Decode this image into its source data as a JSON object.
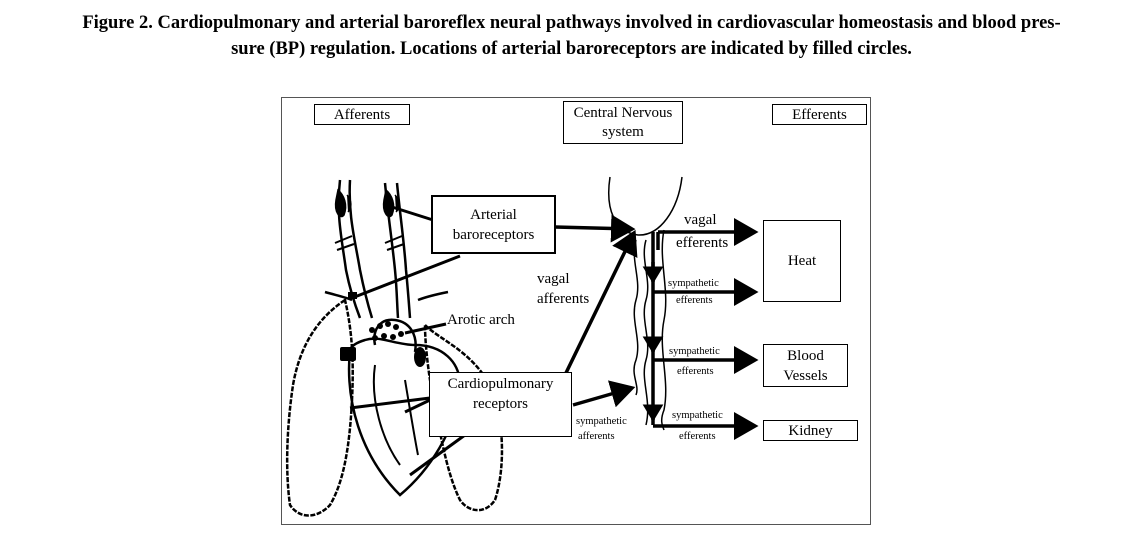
{
  "caption": {
    "line1": "Figure 2. Cardiopulmonary and arterial baroreflex neural pathways involved in cardiovascular homeostasis and blood pres-",
    "line2": "sure (BP) regulation. Locations of arterial baroreceptors are indicated by filled circles."
  },
  "headers": {
    "afferents": "Afferents",
    "cns_line1": "Central  Nervous",
    "cns_line2": "system",
    "efferents": "Efferents"
  },
  "receptors": {
    "arterial_line1": "Arterial",
    "arterial_line2": "baroreceptors",
    "cardio_line1": "Cardiopulmonary",
    "cardio_line2": "receptors"
  },
  "anatomy": {
    "aortic_arch": "Arotic arch"
  },
  "pathways": {
    "vagal_afferents_line1": "vagal",
    "vagal_afferents_line2": "afferents",
    "vagal_efferents_line1": "vagal",
    "vagal_efferents_line2": "efferents",
    "symp_eff_heart_1": "sympathetic",
    "symp_eff_heart_2": "efferents",
    "symp_eff_vessels_1": "sympathetic",
    "symp_eff_vessels_2": "efferents",
    "symp_eff_kidney_1": "sympathetic",
    "symp_eff_kidney_2": "efferents",
    "symp_aff_1": "sympathetic",
    "symp_aff_2": "afferents"
  },
  "targets": {
    "heart": "Heat",
    "vessels_line1": "Blood",
    "vessels_line2": "Vessels",
    "kidney": "Kidney"
  }
}
